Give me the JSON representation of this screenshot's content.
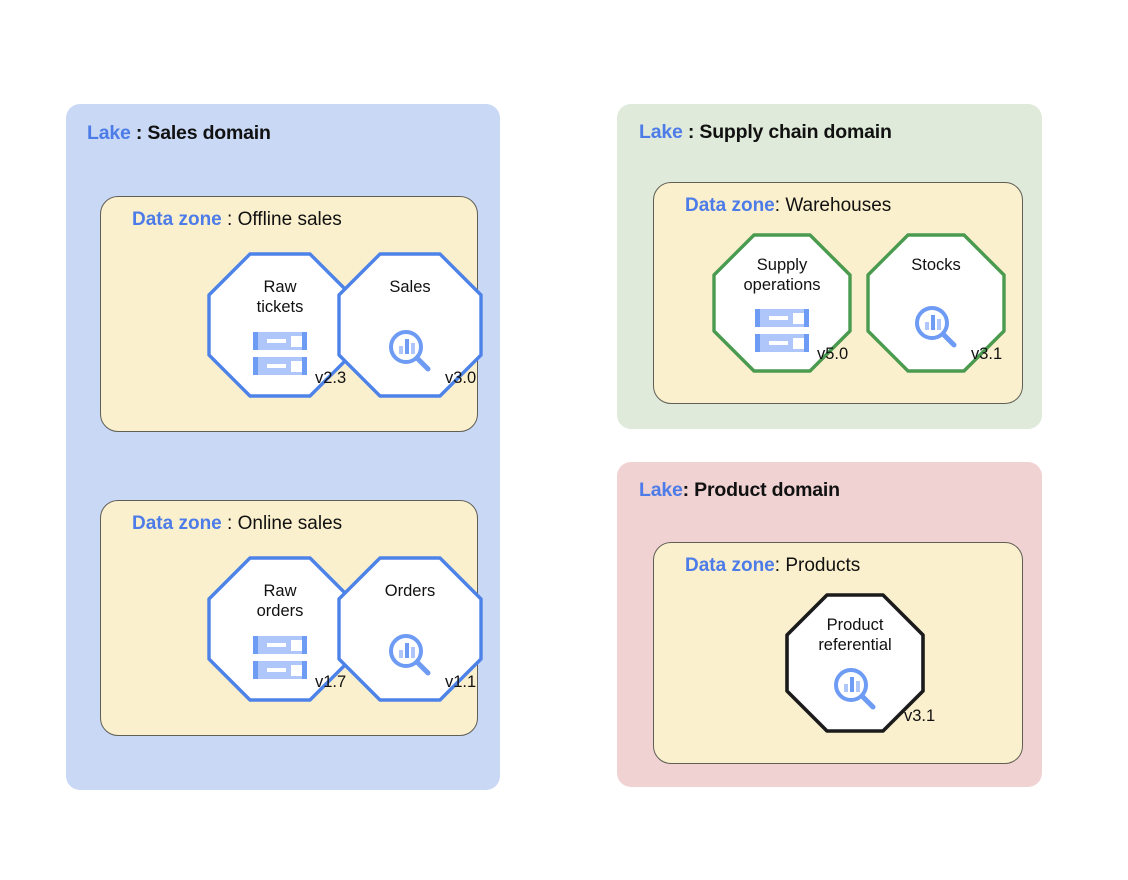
{
  "diagram": {
    "title_keyword_lake": "Lake",
    "title_keyword_zone": "Data zone",
    "colors": {
      "lake_sales_fill": "#c9d8f5",
      "lake_supply_fill": "#dfeada",
      "lake_product_fill": "#f0d2d2",
      "zone_fill": "#fbf0cd",
      "zone_border": "#5f5f55",
      "keyword_blue": "#4d7ce8",
      "octagon_blue": "#4d82e8",
      "octagon_green": "#4a9a4f",
      "octagon_black": "#1b1b1b",
      "icon_blue_light": "#aec6fa",
      "icon_blue_dark": "#6e9bf3"
    },
    "lakes": [
      {
        "id": "sales",
        "keyword": "Lake",
        "separator": " : ",
        "name": "Sales domain",
        "fill": "#c9d8f5",
        "zones": [
          {
            "id": "offline-sales",
            "keyword": "Data zone",
            "separator": " : ",
            "name": "Offline sales",
            "assets": [
              {
                "id": "raw-tickets",
                "label": "Raw\ntickets",
                "version": "v2.3",
                "icon": "server-icon",
                "outline": "#4d82e8"
              },
              {
                "id": "sales",
                "label": "Sales",
                "version": "v3.0",
                "icon": "analytics-search-icon",
                "outline": "#4d82e8"
              }
            ]
          },
          {
            "id": "online-sales",
            "keyword": "Data zone",
            "separator": " : ",
            "name": "Online sales",
            "assets": [
              {
                "id": "raw-orders",
                "label": "Raw\norders",
                "version": "v1.7",
                "icon": "server-icon",
                "outline": "#4d82e8"
              },
              {
                "id": "orders",
                "label": "Orders",
                "version": "v1.1",
                "icon": "analytics-search-icon",
                "outline": "#4d82e8"
              }
            ]
          }
        ]
      },
      {
        "id": "supply-chain",
        "keyword": "Lake",
        "separator": " : ",
        "name": "Supply chain domain",
        "fill": "#dfeada",
        "zones": [
          {
            "id": "warehouses",
            "keyword": "Data zone",
            "separator": ": ",
            "name": "Warehouses",
            "assets": [
              {
                "id": "supply-operations",
                "label": "Supply\noperations",
                "version": "v5.0",
                "icon": "server-icon",
                "outline": "#4a9a4f"
              },
              {
                "id": "stocks",
                "label": "Stocks",
                "version": "v3.1",
                "icon": "analytics-search-icon",
                "outline": "#4a9a4f"
              }
            ]
          }
        ]
      },
      {
        "id": "product",
        "keyword": "Lake",
        "separator": ": ",
        "name": "Product domain",
        "fill": "#f0d2d2",
        "zones": [
          {
            "id": "products",
            "keyword": "Data zone",
            "separator": ": ",
            "name": "Products",
            "assets": [
              {
                "id": "product-referential",
                "label": "Product\nreferential",
                "version": "v3.1",
                "icon": "analytics-search-icon",
                "outline": "#1b1b1b"
              }
            ]
          }
        ]
      }
    ]
  }
}
